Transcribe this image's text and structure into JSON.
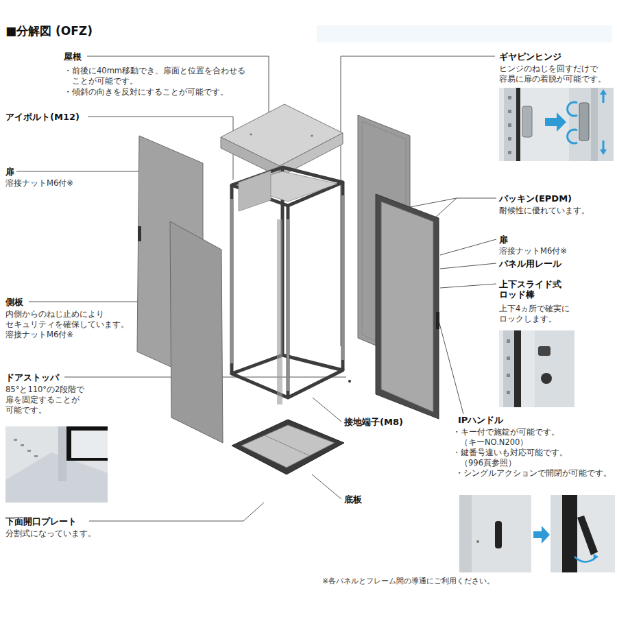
{
  "diagram": {
    "title": "■分解図 (OFZ)",
    "caption": "※各パネルとフレーム間の導通にご利用ください。",
    "labels": [
      "屋根",
      "・前後に40mm移動でき、扉面と位置を合わせる ことが可能です。",
      "・傾斜の向きを反対にすることが可能です。",
      "アイボルト(M12)",
      "扉",
      "溶接ナットM6付※",
      "側板",
      "内側からのねじ止めにより セキュリティを確保しています。 溶接ナットM6付※",
      "ドアストッパ",
      "85°と110°の2段階で 扉を固定することが 可能です。",
      "下面開口プレート",
      "分割式になっています。",
      "ギヤピンヒンジ",
      "ヒンジのねじを回すだけで 容易に扉の着脱が可能です。",
      "パッキン(EPDM)",
      "耐候性に優れています。",
      "扉",
      "溶接ナットM6付※",
      "パネル用レール",
      "上下スライド式 ロッド棒",
      "上下4ヵ所で確実に ロックします。",
      "接地端子(M8)",
      "IPハンドル",
      "・キー付で施錠が可能です。 （キーNO.N200）",
      "・鍵番号違いも対応可能です。 （996頁参照）",
      "・シングルアクションで開閉が可能です。",
      "底板"
    ]
  }
}
